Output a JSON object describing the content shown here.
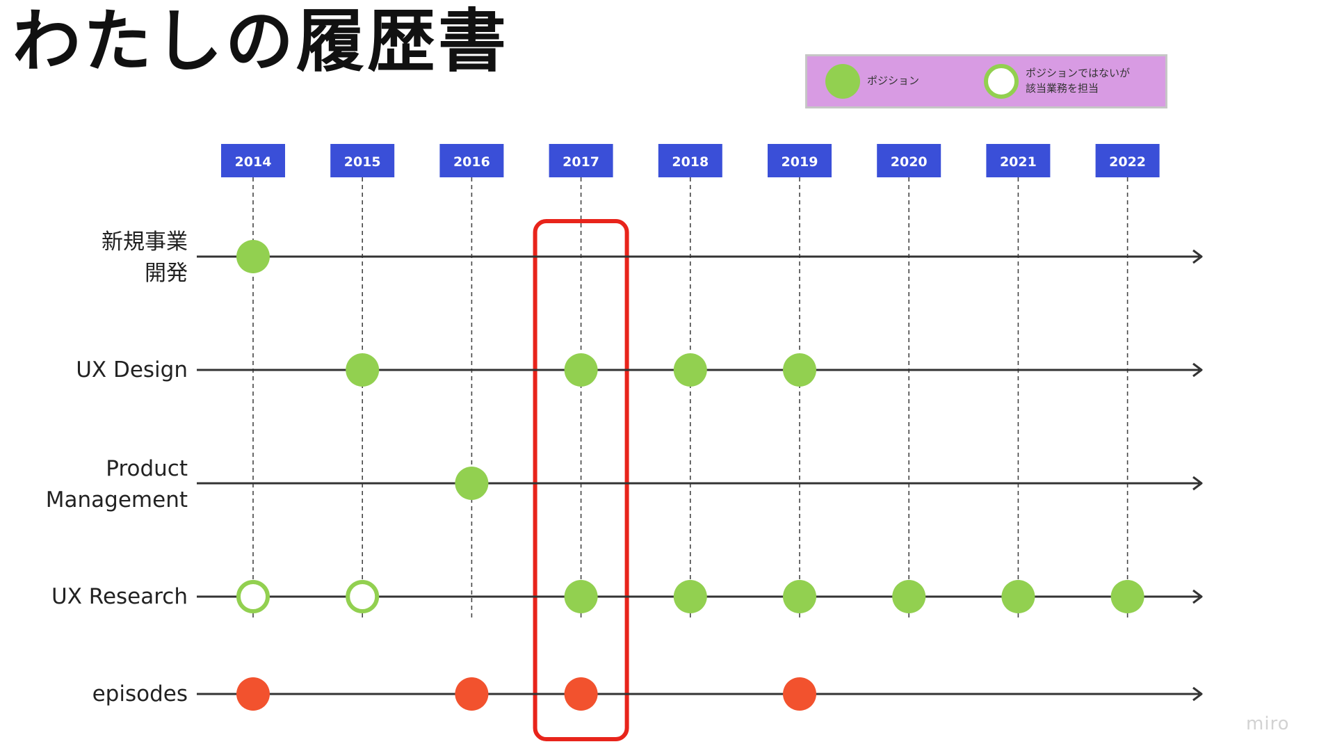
{
  "title": "わたしの履歴書",
  "colors": {
    "position": "#92d050",
    "episode": "#f2522e",
    "year_box": "#3a4fd8",
    "legend_bg": "#d89be3",
    "highlight": "#e8241b",
    "line": "#333333"
  },
  "legend": {
    "filled_label": "ポジション",
    "outline_label": "ポジションではないが\n該当業務を担当"
  },
  "years": [
    "2014",
    "2015",
    "2016",
    "2017",
    "2018",
    "2019",
    "2020",
    "2021",
    "2022"
  ],
  "rows": [
    {
      "id": "new-business",
      "label": "新規事業\n開発",
      "markers": [
        {
          "year": "2014",
          "kind": "position"
        }
      ]
    },
    {
      "id": "ux-design",
      "label": "UX Design",
      "markers": [
        {
          "year": "2015",
          "kind": "position"
        },
        {
          "year": "2017",
          "kind": "position"
        },
        {
          "year": "2018",
          "kind": "position"
        },
        {
          "year": "2019",
          "kind": "position"
        }
      ]
    },
    {
      "id": "product-management",
      "label": "Product\nManagement",
      "markers": [
        {
          "year": "2016",
          "kind": "position"
        }
      ]
    },
    {
      "id": "ux-research",
      "label": "UX Research",
      "markers": [
        {
          "year": "2014",
          "kind": "non-position"
        },
        {
          "year": "2015",
          "kind": "non-position"
        },
        {
          "year": "2017",
          "kind": "position"
        },
        {
          "year": "2018",
          "kind": "position"
        },
        {
          "year": "2019",
          "kind": "position"
        },
        {
          "year": "2020",
          "kind": "position"
        },
        {
          "year": "2021",
          "kind": "position"
        },
        {
          "year": "2022",
          "kind": "position"
        }
      ]
    },
    {
      "id": "episodes",
      "label": "episodes",
      "markers": [
        {
          "year": "2014",
          "kind": "episode"
        },
        {
          "year": "2016",
          "kind": "episode"
        },
        {
          "year": "2017",
          "kind": "episode"
        },
        {
          "year": "2019",
          "kind": "episode"
        }
      ]
    }
  ],
  "highlight_year": "2017",
  "watermark": "miro"
}
